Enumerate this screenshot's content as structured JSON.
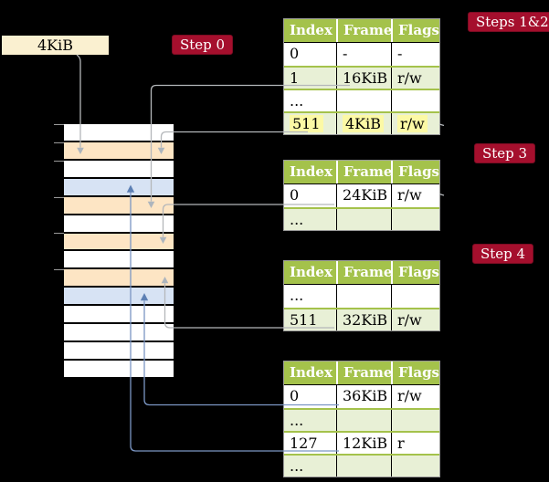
{
  "colors": {
    "background": "#000000",
    "badge_crimson": "#a50f2d",
    "table_header_green": "#a4c24b",
    "table_row_green": "#e8f0d6",
    "highlight_yellow": "#fcf9a5",
    "frame_box_cream": "#faf0d0",
    "page_table_frame_orange": "#fde5c4",
    "mapped_page_frame_blue": "#d7e3f4",
    "connector_gray": "#b4b7ba",
    "connector_blue": "#7b96c4"
  },
  "frame_size_box": {
    "label": "4KiB"
  },
  "step_badges": {
    "step0": "Step 0",
    "steps12": "Steps 1&2",
    "step3": "Step 3",
    "step4": "Step 4"
  },
  "page_tables": [
    {
      "headers": [
        "Index",
        "Frame",
        "Flags"
      ],
      "rows": [
        {
          "cells": [
            "0",
            "-",
            "-"
          ],
          "shade": false,
          "highlight": false
        },
        {
          "cells": [
            "1",
            "16KiB",
            "r/w"
          ],
          "shade": true,
          "highlight": false
        },
        {
          "cells": [
            "...",
            "",
            ""
          ],
          "shade": false,
          "highlight": false
        },
        {
          "cells": [
            "511",
            "4KiB",
            "r/w"
          ],
          "shade": true,
          "highlight": true
        }
      ]
    },
    {
      "headers": [
        "Index",
        "Frame",
        "Flags"
      ],
      "rows": [
        {
          "cells": [
            "0",
            "24KiB",
            "r/w"
          ],
          "shade": false,
          "highlight": false
        },
        {
          "cells": [
            "...",
            "",
            ""
          ],
          "shade": true,
          "highlight": false
        }
      ]
    },
    {
      "headers": [
        "Index",
        "Frame",
        "Flags"
      ],
      "rows": [
        {
          "cells": [
            "...",
            "",
            ""
          ],
          "shade": false,
          "highlight": false
        },
        {
          "cells": [
            "511",
            "32KiB",
            "r/w"
          ],
          "shade": true,
          "highlight": false
        }
      ]
    },
    {
      "headers": [
        "Index",
        "Frame",
        "Flags"
      ],
      "rows": [
        {
          "cells": [
            "0",
            "36KiB",
            "r/w"
          ],
          "shade": false,
          "highlight": false
        },
        {
          "cells": [
            "...",
            "",
            ""
          ],
          "shade": true,
          "highlight": false
        },
        {
          "cells": [
            "127",
            "12KiB",
            "r"
          ],
          "shade": false,
          "highlight": false
        },
        {
          "cells": [
            "...",
            "",
            ""
          ],
          "shade": true,
          "highlight": false
        }
      ]
    }
  ],
  "memory": {
    "rows": [
      "free",
      "pagetable",
      "free",
      "mapped",
      "pagetable",
      "free",
      "pagetable",
      "free",
      "pagetable",
      "mapped",
      "free",
      "free",
      "free",
      "free"
    ]
  }
}
